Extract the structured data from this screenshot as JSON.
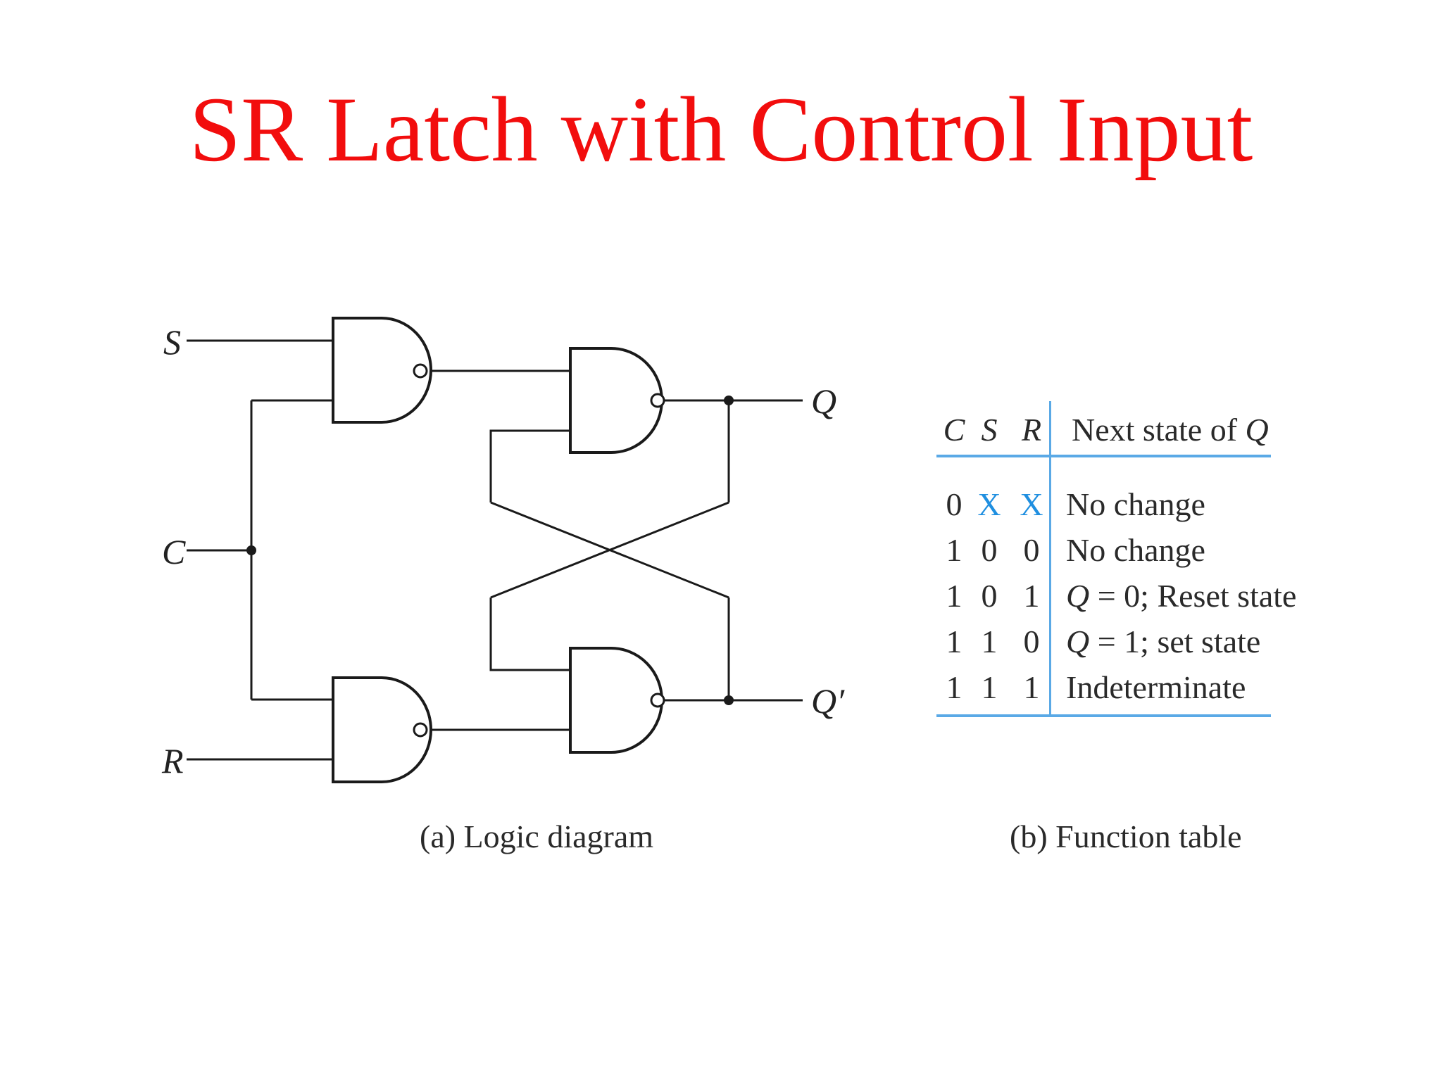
{
  "slide": {
    "title": "SR Latch with Control Input"
  },
  "diagram": {
    "inputs": {
      "s": "S",
      "c": "C",
      "r": "R"
    },
    "outputs": {
      "q": "Q",
      "q_bar": "Q′"
    },
    "caption": "(a) Logic diagram"
  },
  "table": {
    "headers": {
      "c": "C",
      "s": "S",
      "r": "R",
      "next": "Next state of",
      "next_q": "Q"
    },
    "rows": [
      {
        "c": "0",
        "s": "X",
        "r": "X",
        "next_pre": "",
        "next_q": "",
        "next_post": "No change"
      },
      {
        "c": "1",
        "s": "0",
        "r": "0",
        "next_pre": "",
        "next_q": "",
        "next_post": "No change"
      },
      {
        "c": "1",
        "s": "0",
        "r": "1",
        "next_pre": "",
        "next_q": "Q",
        "next_post": " = 0; Reset state"
      },
      {
        "c": "1",
        "s": "1",
        "r": "0",
        "next_pre": "",
        "next_q": "Q",
        "next_post": " = 1; set state"
      },
      {
        "c": "1",
        "s": "1",
        "r": "1",
        "next_pre": "",
        "next_q": "",
        "next_post": "Indeterminate"
      }
    ],
    "caption": "(b) Function table"
  },
  "colors": {
    "title": "#f20d0d",
    "dont_care": "#1f8fe0",
    "rule": "#5aa9e6"
  }
}
